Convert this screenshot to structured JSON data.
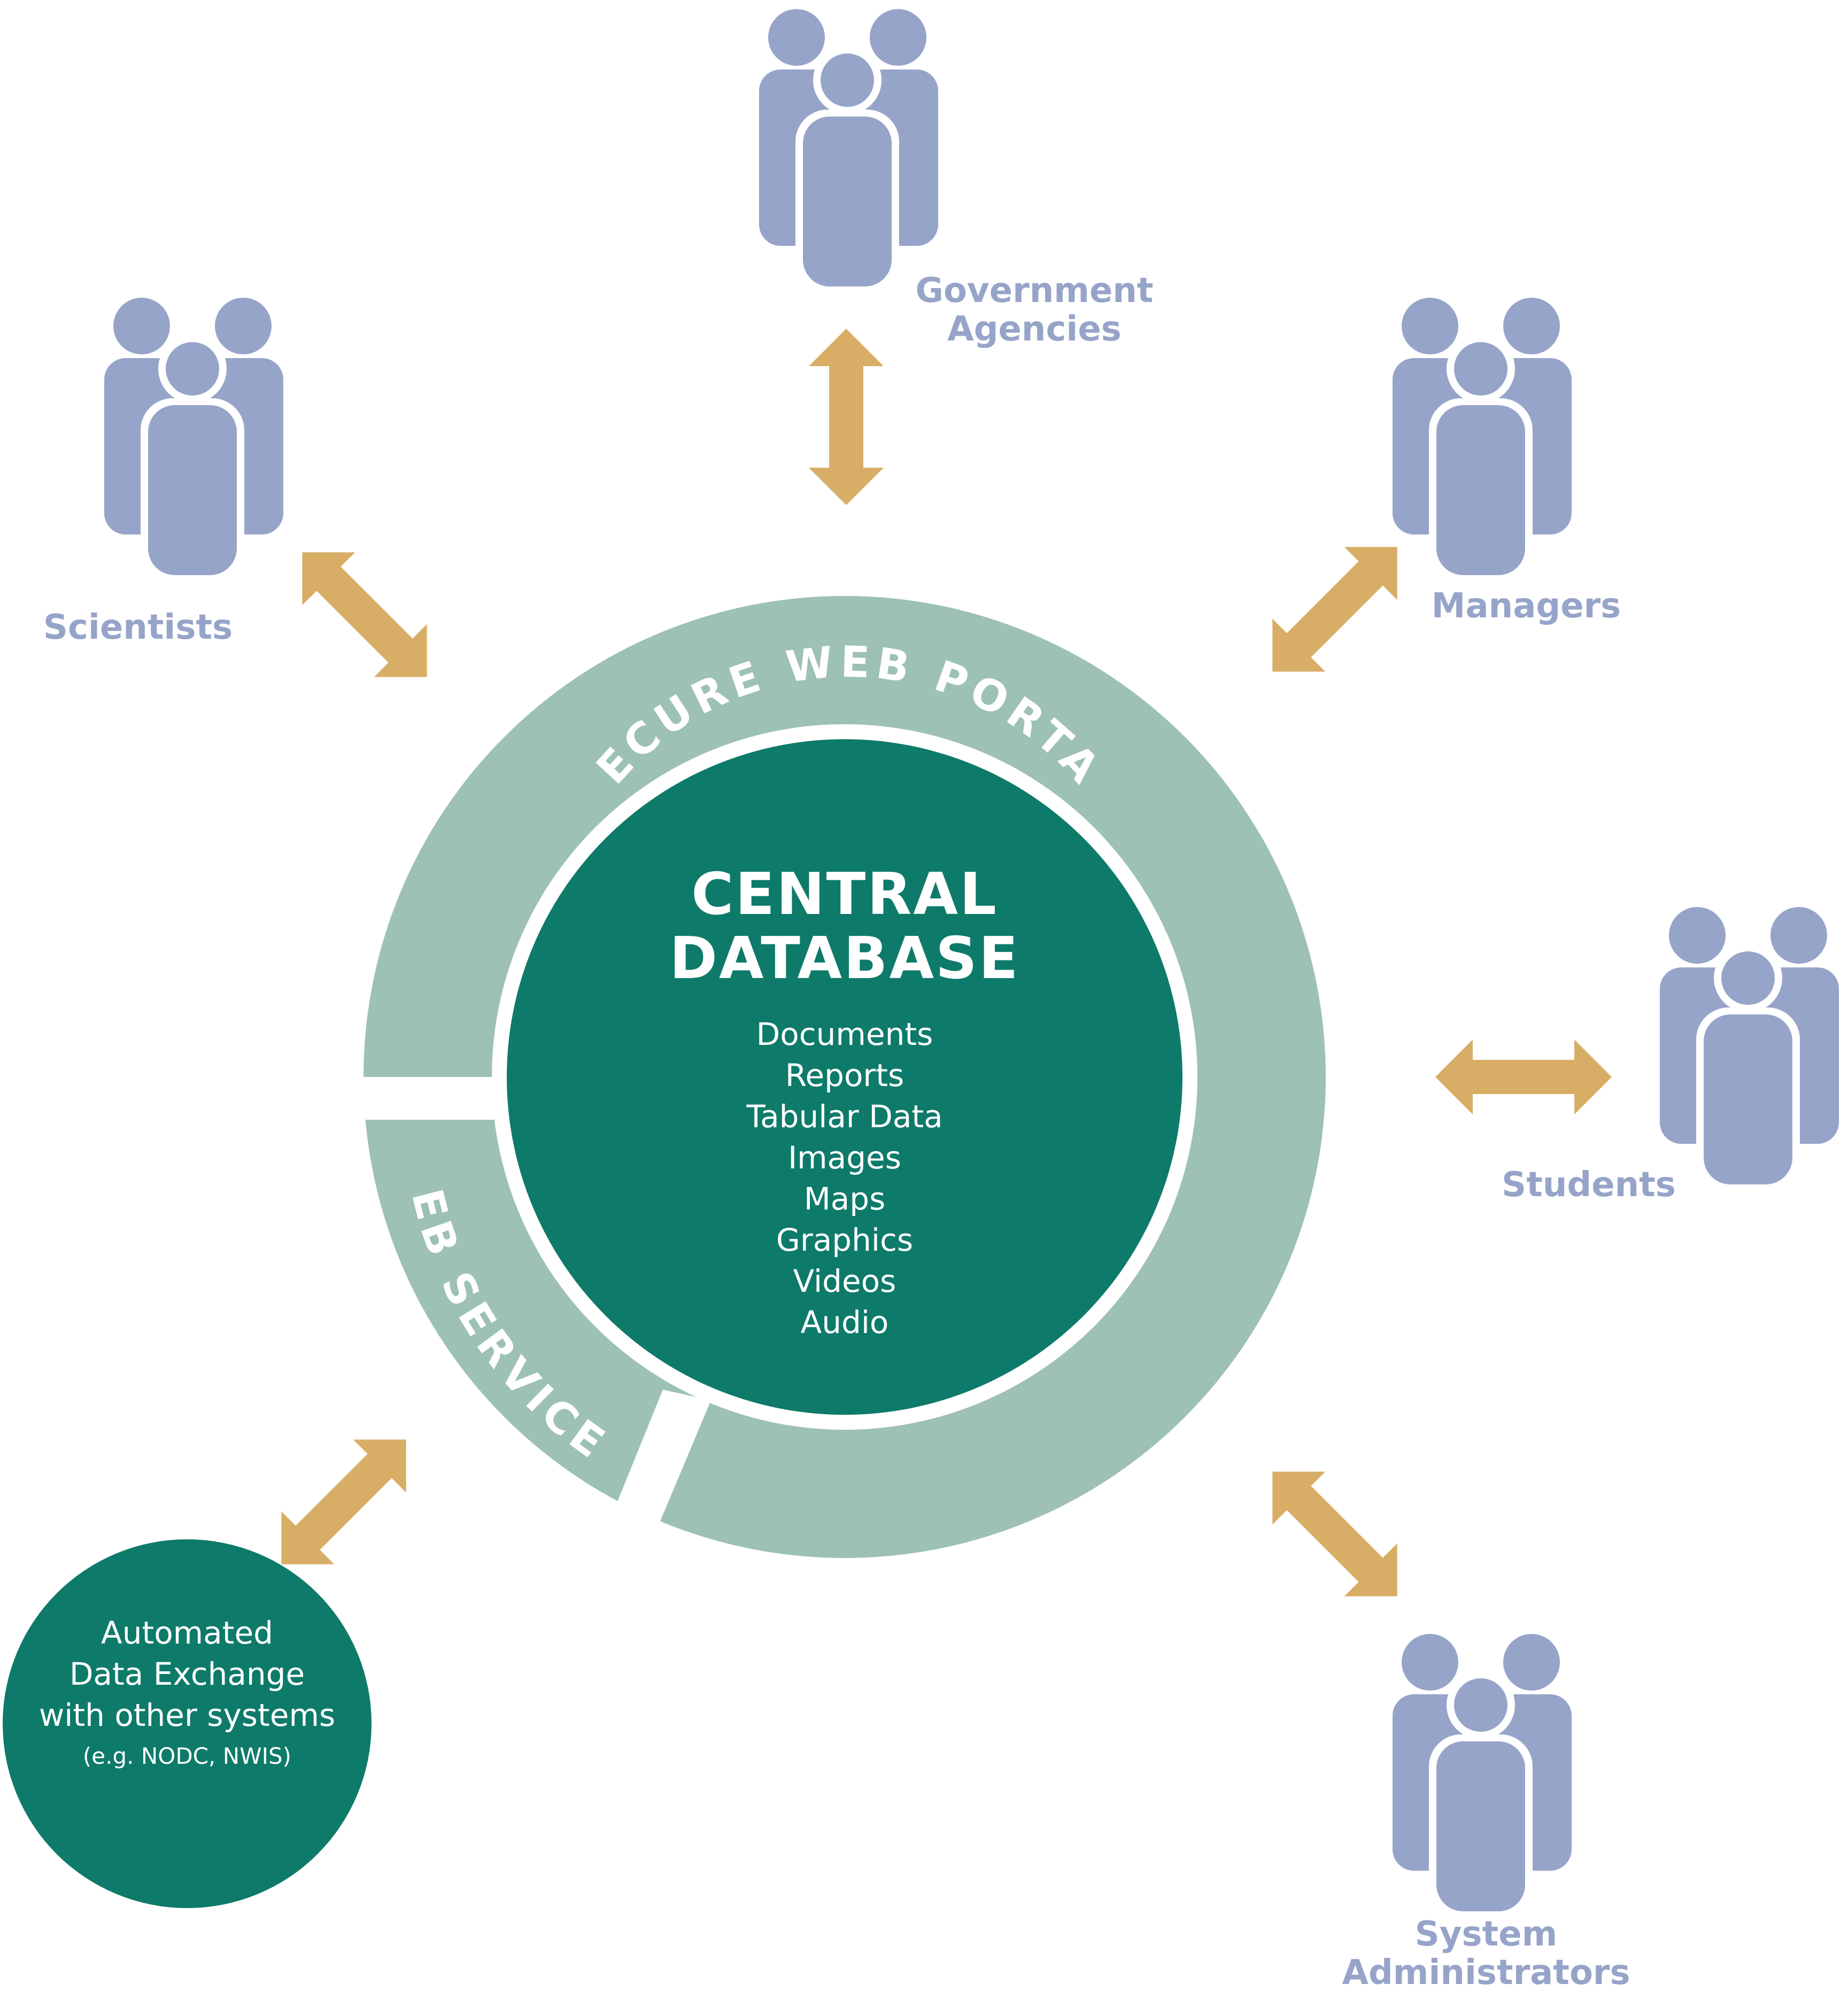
{
  "colors": {
    "ring": "#9dc0b7",
    "core": "#0e7a6a",
    "people": "#97a4c9",
    "arrow": "#d8ae66",
    "white": "#ffffff"
  },
  "icons": {
    "people": "people-group-icon",
    "arrow": "double-arrow-icon"
  },
  "core": {
    "title_line1": "CENTRAL",
    "title_line2": "DATABASE",
    "items": [
      "Documents",
      "Reports",
      "Tabular Data",
      "Images",
      "Maps",
      "Graphics",
      "Videos",
      "Audio"
    ]
  },
  "ring": {
    "portal_label": "SECURE WEB PORTAL",
    "services_label": "WEB SERVICES"
  },
  "user_groups": {
    "government": {
      "line1": "Government",
      "line2": "Agencies"
    },
    "scientists": {
      "line1": "Scientists"
    },
    "managers": {
      "line1": "Managers"
    },
    "students": {
      "line1": "Students"
    },
    "sysadmins": {
      "line1": "System",
      "line2": "Administrators"
    }
  },
  "automated": {
    "line1": "Automated",
    "line2": "Data Exchange",
    "line3": "with other systems",
    "note": "(e.g. NODC, NWIS)"
  }
}
